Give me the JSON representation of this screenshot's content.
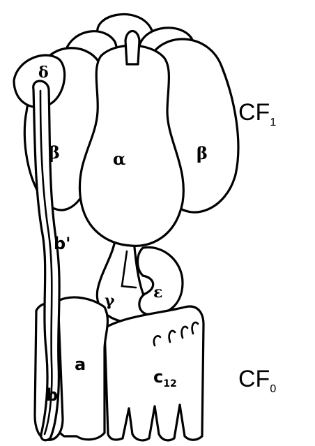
{
  "subunit_labels": {
    "alpha": "α",
    "beta_left": "β",
    "beta_right": "β",
    "delta": "δ",
    "gamma": "γ",
    "epsilon": "ε",
    "b_prime": "b'",
    "a": "a",
    "b": "b",
    "c": "c",
    "c_sub": "12"
  },
  "complex_labels": {
    "cf1_main": "CF",
    "cf1_sub": "1",
    "cf0_main": "CF",
    "cf0_sub": "0"
  },
  "colors": {
    "line": "#000000",
    "fill": "#ffffff"
  }
}
